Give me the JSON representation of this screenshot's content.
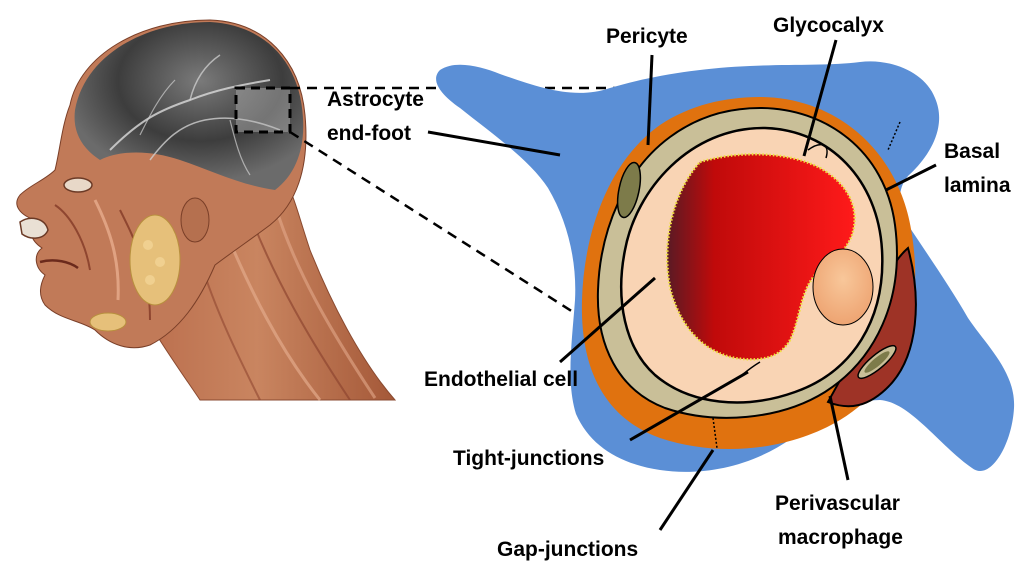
{
  "labels": {
    "pericyte": "Pericyte",
    "glycocalyx": "Glycocalyx",
    "astrocyte_line1": "Astrocyte",
    "astrocyte_line2": "end-foot",
    "basal_line1": "Basal",
    "basal_line2": "lamina",
    "endothelial": "Endothelial cell",
    "tight": "Tight-junctions",
    "gap": "Gap-junctions",
    "macro_line1": "Perivascular",
    "macro_line2": "macrophage"
  },
  "colors": {
    "astrocyte": "#5b8fd6",
    "basal_lamina": "#e0720f",
    "pericyte": "#c9bf98",
    "pericyte_nucleus": "#7d7b4a",
    "endothelial": "#f9d4b4",
    "lumen": "#e81010",
    "endothelial_nucleus": "#f2b98a",
    "macrophage": "#9e3326",
    "skin": "#c48a66",
    "muscle": "#a8583e",
    "hair_dark": "#4a4a4a",
    "gland": "#e6c07a"
  }
}
